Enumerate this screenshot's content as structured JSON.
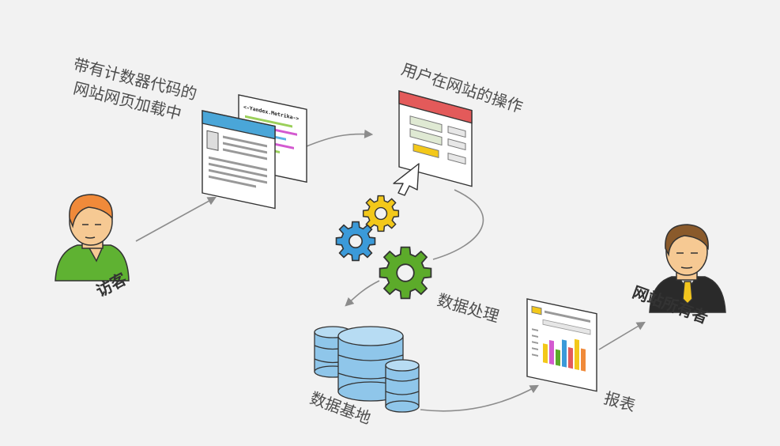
{
  "diagram": {
    "labels": {
      "page_load_line1": "带有计数器代码的",
      "page_load_line2": "网站网页加载中",
      "user_actions": "用户在网站的操作",
      "visitor": "访客",
      "data_processing": "数据处理",
      "database": "数据基地",
      "report": "报表",
      "site_owner": "网站所有者"
    },
    "code_snippet": "<-Yandex.Metrika->",
    "colors": {
      "background": "#f2f2f2",
      "flow_line": "#8c8c8c",
      "browser_header": "#4aa6d8",
      "action_header": "#e35a5a",
      "gear_blue": "#3b9ad9",
      "gear_yellow": "#f3c81a",
      "gear_green": "#5cab2a",
      "database": "#8fc6ea",
      "visitor_shirt": "#5fb232",
      "visitor_hair": "#f08a3a",
      "owner_suit": "#2a2a2a",
      "owner_tie": "#f2c51e",
      "skin": "#f6c993"
    }
  }
}
